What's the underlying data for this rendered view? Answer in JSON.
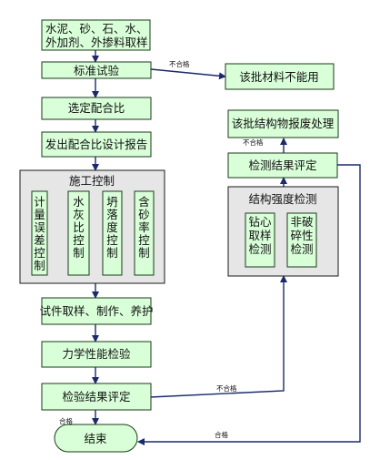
{
  "nodes": {
    "raw_materials": [
      "水泥、砂、石、水、",
      "外加剂、外掺料取样"
    ],
    "standard_test": "标准试验",
    "batch_unusable": "该批材料不能用",
    "select_mix": "选定配合比",
    "mix_report": "发出配合比设计报告",
    "construction_control": {
      "title": "施工控制",
      "columns": [
        [
          "计",
          "量",
          "误",
          "差",
          "控",
          "制"
        ],
        [
          "水",
          "灰",
          "比",
          "控",
          "制"
        ],
        [
          "坍",
          "落",
          "度",
          "控",
          "制"
        ],
        [
          "含",
          "砂",
          "率",
          "控",
          "制"
        ]
      ]
    },
    "specimen": "试件取样、制作、养护",
    "mechanical_test": "力学性能检验",
    "test_eval": "检验结果评定",
    "end": "结束",
    "scrap": "该批结构物报废处理",
    "inspect_eval": "检测结果评定",
    "strength_test": {
      "title": "结构强度检测",
      "items": [
        [
          "钻心",
          "取样",
          "检测"
        ],
        [
          "非破",
          "碎性",
          "检测"
        ]
      ]
    }
  },
  "edge_labels": {
    "fail": "不合格",
    "pass": "合格"
  }
}
